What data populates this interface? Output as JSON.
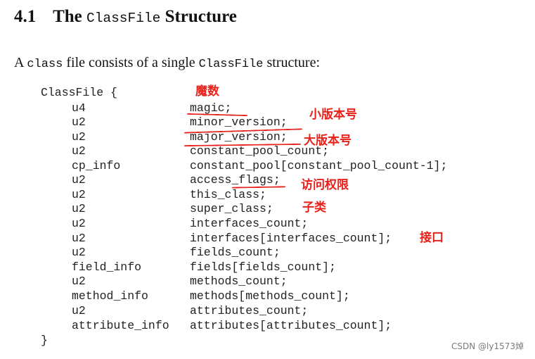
{
  "heading": {
    "number": "4.1",
    "word_the": "The",
    "code_word": "ClassFile",
    "word_structure": "Structure"
  },
  "intro": {
    "part1": "A",
    "code1": "class",
    "part2": "file consists of a single",
    "code2": "ClassFile",
    "part3": "structure:"
  },
  "code": {
    "open": "ClassFile {",
    "close": "}",
    "rows": [
      {
        "type": "u4",
        "field": "magic;"
      },
      {
        "type": "u2",
        "field": "minor_version;"
      },
      {
        "type": "u2",
        "field": "major_version;"
      },
      {
        "type": "u2",
        "field": "constant_pool_count;"
      },
      {
        "type": "cp_info",
        "field": "constant_pool[constant_pool_count-1];"
      },
      {
        "type": "u2",
        "field": "access_flags;"
      },
      {
        "type": "u2",
        "field": "this_class;"
      },
      {
        "type": "u2",
        "field": "super_class;"
      },
      {
        "type": "u2",
        "field": "interfaces_count;"
      },
      {
        "type": "u2",
        "field": "interfaces[interfaces_count];"
      },
      {
        "type": "u2",
        "field": "fields_count;"
      },
      {
        "type": "field_info",
        "field": "fields[fields_count];"
      },
      {
        "type": "u2",
        "field": "methods_count;"
      },
      {
        "type": "method_info",
        "field": "methods[methods_count];"
      },
      {
        "type": "u2",
        "field": "attributes_count;"
      },
      {
        "type": "attribute_info",
        "field": "attributes[attributes_count];"
      }
    ]
  },
  "annotations": {
    "magic": "魔数",
    "minor": "小版本号",
    "major": "大版本号",
    "access": "访问权限",
    "super": "子类",
    "interfaces": "接口"
  },
  "annotation_color": "#e8211b",
  "watermark": "CSDN @ly1573焯"
}
